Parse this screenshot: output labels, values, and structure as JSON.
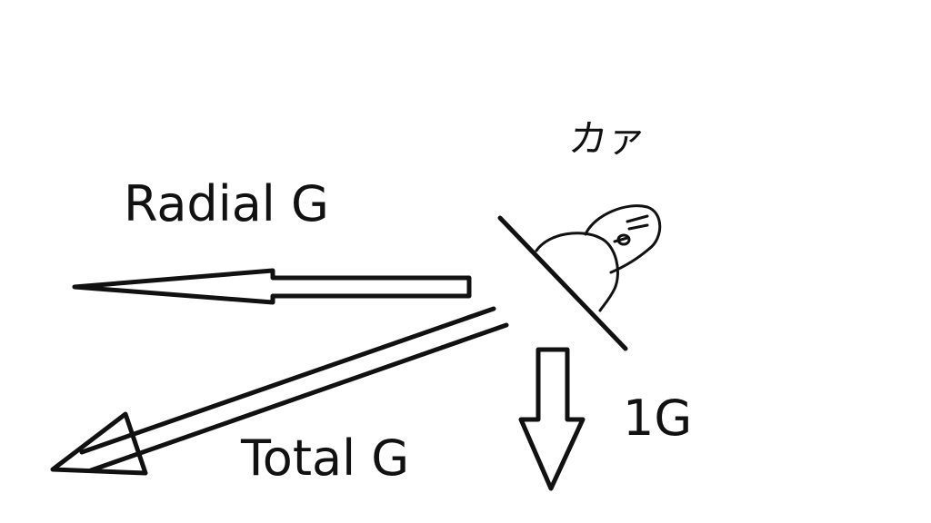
{
  "labels": {
    "radial": "Radial G",
    "total": "Total G",
    "gravity": "1G",
    "sound_effect": "カァ"
  },
  "colors": {
    "ink": "#111111",
    "background": "#ffffff"
  }
}
